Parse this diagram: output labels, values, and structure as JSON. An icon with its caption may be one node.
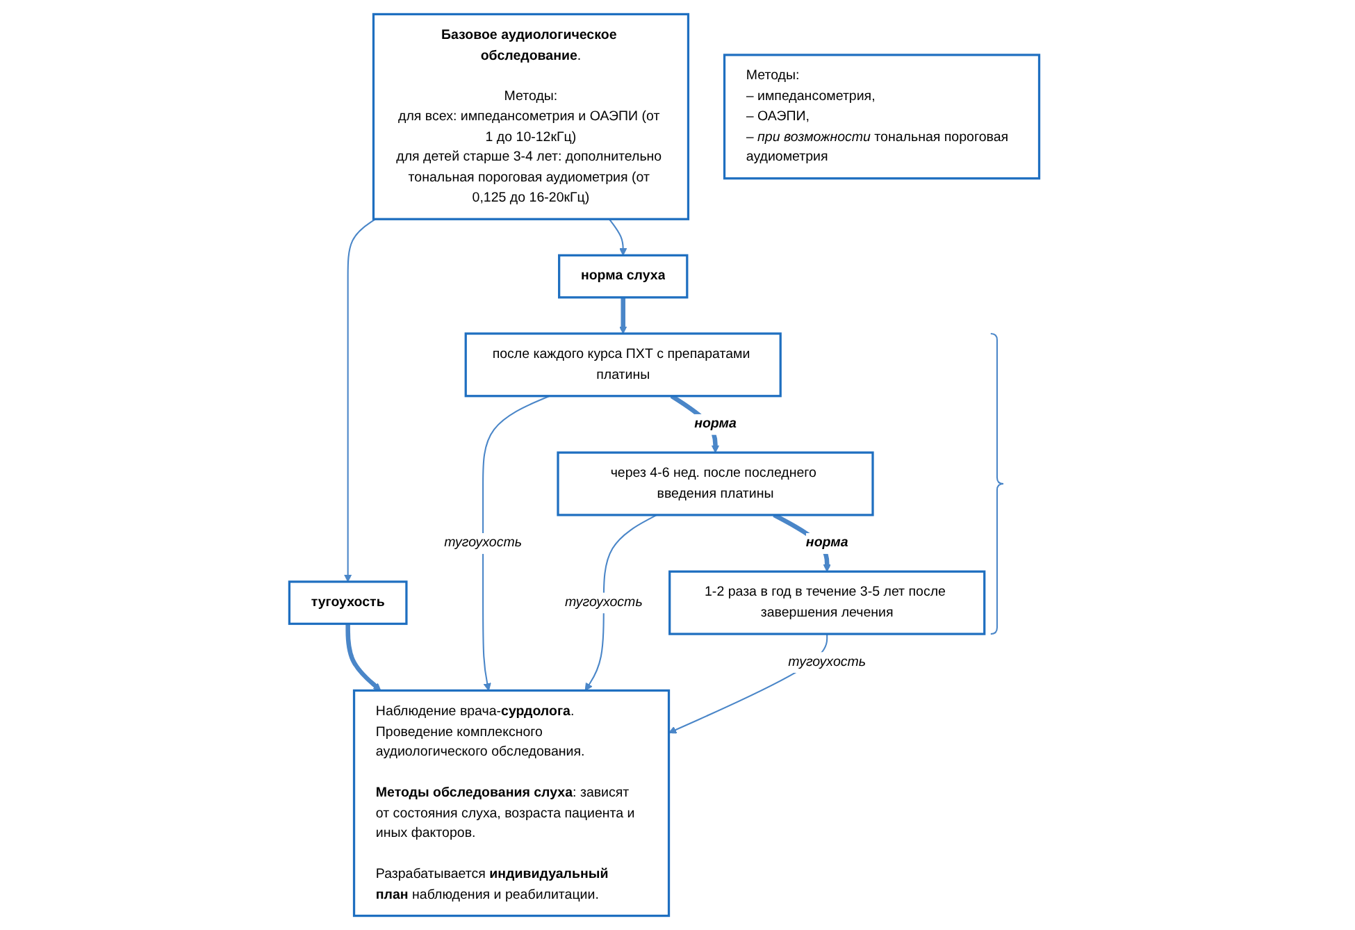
{
  "diagram": {
    "nodes": [
      {
        "text": [
          "**Базовое аудиологическое обследование**.",
          "Методы:",
          "для всех: импедансометрия и ОАЭПИ (от 1 до 10-12кГц)",
          "для детей старше 3-4 лет: дополнительно тональная пороговая аудиометрия (от 0,125 до 16-20кГц)"
        ]
      },
      {
        "text": [
          "норма слуха"
        ]
      },
      {
        "text": [
          "тугоухость"
        ]
      },
      {
        "text": [
          "Методы:",
          "– импедансометрия,",
          "– ОАЭПИ,",
          "– *при возможности* тональная пороговая аудиометрия"
        ]
      },
      {
        "text": [
          "после каждого курса ПХТ с препаратами платины"
        ]
      },
      {
        "text": [
          "через 4-6 нед. после последнего введения платины"
        ]
      },
      {
        "text": [
          "1-2 раза в год в течение 3-5 лет после завершения лечения"
        ]
      },
      {
        "text": [
          "Наблюдение врача-**сурдолога**. Проведение комплексного аудиологического обследования.",
          "**Методы обследования слуха**: зависят от состояния слуха, возраста пациента и иных факторов.",
          "Разрабатывается **индивидуальный план** наблюдения и реабилитации."
        ]
      }
    ],
    "edges": [
      {
        "from": 0,
        "to": 1,
        "arrow": "to"
      },
      {
        "from": 0,
        "to": 2,
        "arrow": "to"
      },
      {
        "from": 1,
        "to": 4,
        "arrow": "to",
        "style": "thick"
      },
      {
        "from": 2,
        "to": 7,
        "arrow": "to",
        "style": "thick"
      },
      {
        "from": 4,
        "to": 5,
        "arrow": "to",
        "style": "thick",
        "label": "норма"
      },
      {
        "from": 5,
        "to": 6,
        "arrow": "to",
        "style": "thick",
        "label": "норма"
      },
      {
        "from": 4,
        "to": 7,
        "arrow": "to",
        "label": "тугоухость"
      },
      {
        "from": 5,
        "to": 7,
        "arrow": "to",
        "label": "тугоухость"
      },
      {
        "from": 6,
        "to": 7,
        "arrow": "to",
        "label": "тугоухость"
      }
    ]
  }
}
